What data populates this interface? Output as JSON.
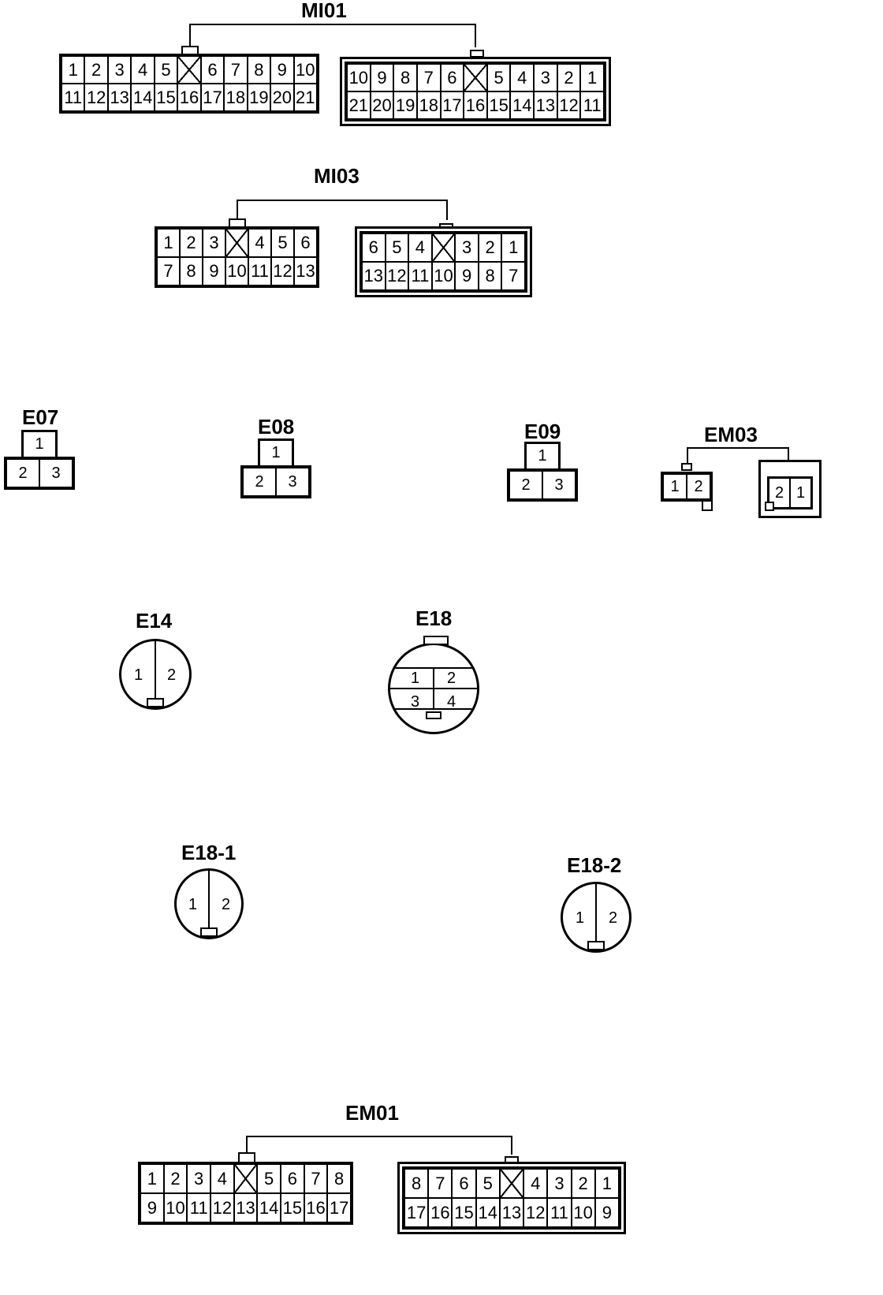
{
  "mi01": {
    "label": "MI01",
    "left": {
      "top": [
        "1",
        "2",
        "3",
        "4",
        "5",
        "",
        "6",
        "7",
        "8",
        "9",
        "10"
      ],
      "bottom": [
        "11",
        "12",
        "13",
        "14",
        "15",
        "16",
        "17",
        "18",
        "19",
        "20",
        "21"
      ]
    },
    "right": {
      "top": [
        "10",
        "9",
        "8",
        "7",
        "6",
        "",
        "5",
        "4",
        "3",
        "2",
        "1"
      ],
      "bottom": [
        "21",
        "20",
        "19",
        "18",
        "17",
        "16",
        "15",
        "14",
        "13",
        "12",
        "11"
      ]
    }
  },
  "mi03": {
    "label": "MI03",
    "left": {
      "top": [
        "1",
        "2",
        "3",
        "",
        "4",
        "5",
        "6"
      ],
      "bottom": [
        "7",
        "8",
        "9",
        "10",
        "11",
        "12",
        "13"
      ]
    },
    "right": {
      "top": [
        "6",
        "5",
        "4",
        "",
        "3",
        "2",
        "1"
      ],
      "bottom": [
        "13",
        "12",
        "11",
        "10",
        "9",
        "8",
        "7"
      ]
    }
  },
  "e07": {
    "label": "E07",
    "top": "1",
    "bottom": [
      "2",
      "3"
    ]
  },
  "e08": {
    "label": "E08",
    "top": "1",
    "bottom": [
      "2",
      "3"
    ]
  },
  "e09": {
    "label": "E09",
    "top": "1",
    "bottom": [
      "2",
      "3"
    ]
  },
  "em03": {
    "label": "EM03",
    "left": [
      "1",
      "2"
    ],
    "right": [
      "2",
      "1"
    ]
  },
  "e14": {
    "label": "E14",
    "pins": [
      "1",
      "2"
    ]
  },
  "e18": {
    "label": "E18",
    "pins": [
      "1",
      "2",
      "3",
      "4"
    ]
  },
  "e18_1": {
    "label": "E18-1",
    "pins": [
      "1",
      "2"
    ]
  },
  "e18_2": {
    "label": "E18-2",
    "pins": [
      "1",
      "2"
    ]
  },
  "em01": {
    "label": "EM01",
    "left": {
      "top": [
        "1",
        "2",
        "3",
        "4",
        "",
        "5",
        "6",
        "7",
        "8"
      ],
      "bottom": [
        "9",
        "10",
        "11",
        "12",
        "13",
        "14",
        "15",
        "16",
        "17"
      ]
    },
    "right": {
      "top": [
        "8",
        "7",
        "6",
        "5",
        "",
        "4",
        "3",
        "2",
        "1"
      ],
      "bottom": [
        "17",
        "16",
        "15",
        "14",
        "13",
        "12",
        "11",
        "10",
        "9"
      ]
    }
  }
}
